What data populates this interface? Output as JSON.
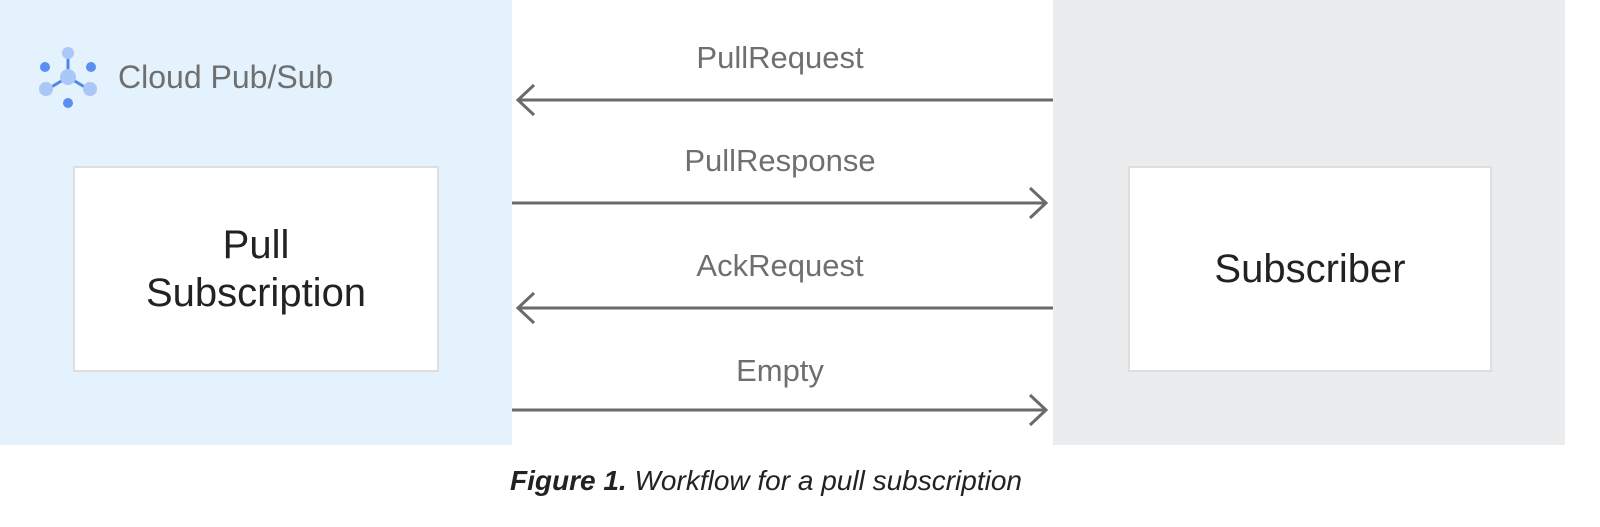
{
  "brand": {
    "label": "Cloud Pub/Sub",
    "icon": "pubsub-icon"
  },
  "left_box": {
    "line1": "Pull",
    "line2": "Subscription"
  },
  "right_box": {
    "label": "Subscriber"
  },
  "messages": [
    {
      "label": "PullRequest",
      "direction": "to-left"
    },
    {
      "label": "PullResponse",
      "direction": "to-right"
    },
    {
      "label": "AckRequest",
      "direction": "to-left"
    },
    {
      "label": "Empty",
      "direction": "to-right"
    }
  ],
  "caption": {
    "figure": "Figure 1.",
    "text": " Workflow for a pull subscription"
  },
  "colors": {
    "left_panel": "#e3f2fc",
    "right_panel": "#ebecee",
    "arrow": "#6a6a6a",
    "icon": "#5a8ef0"
  }
}
